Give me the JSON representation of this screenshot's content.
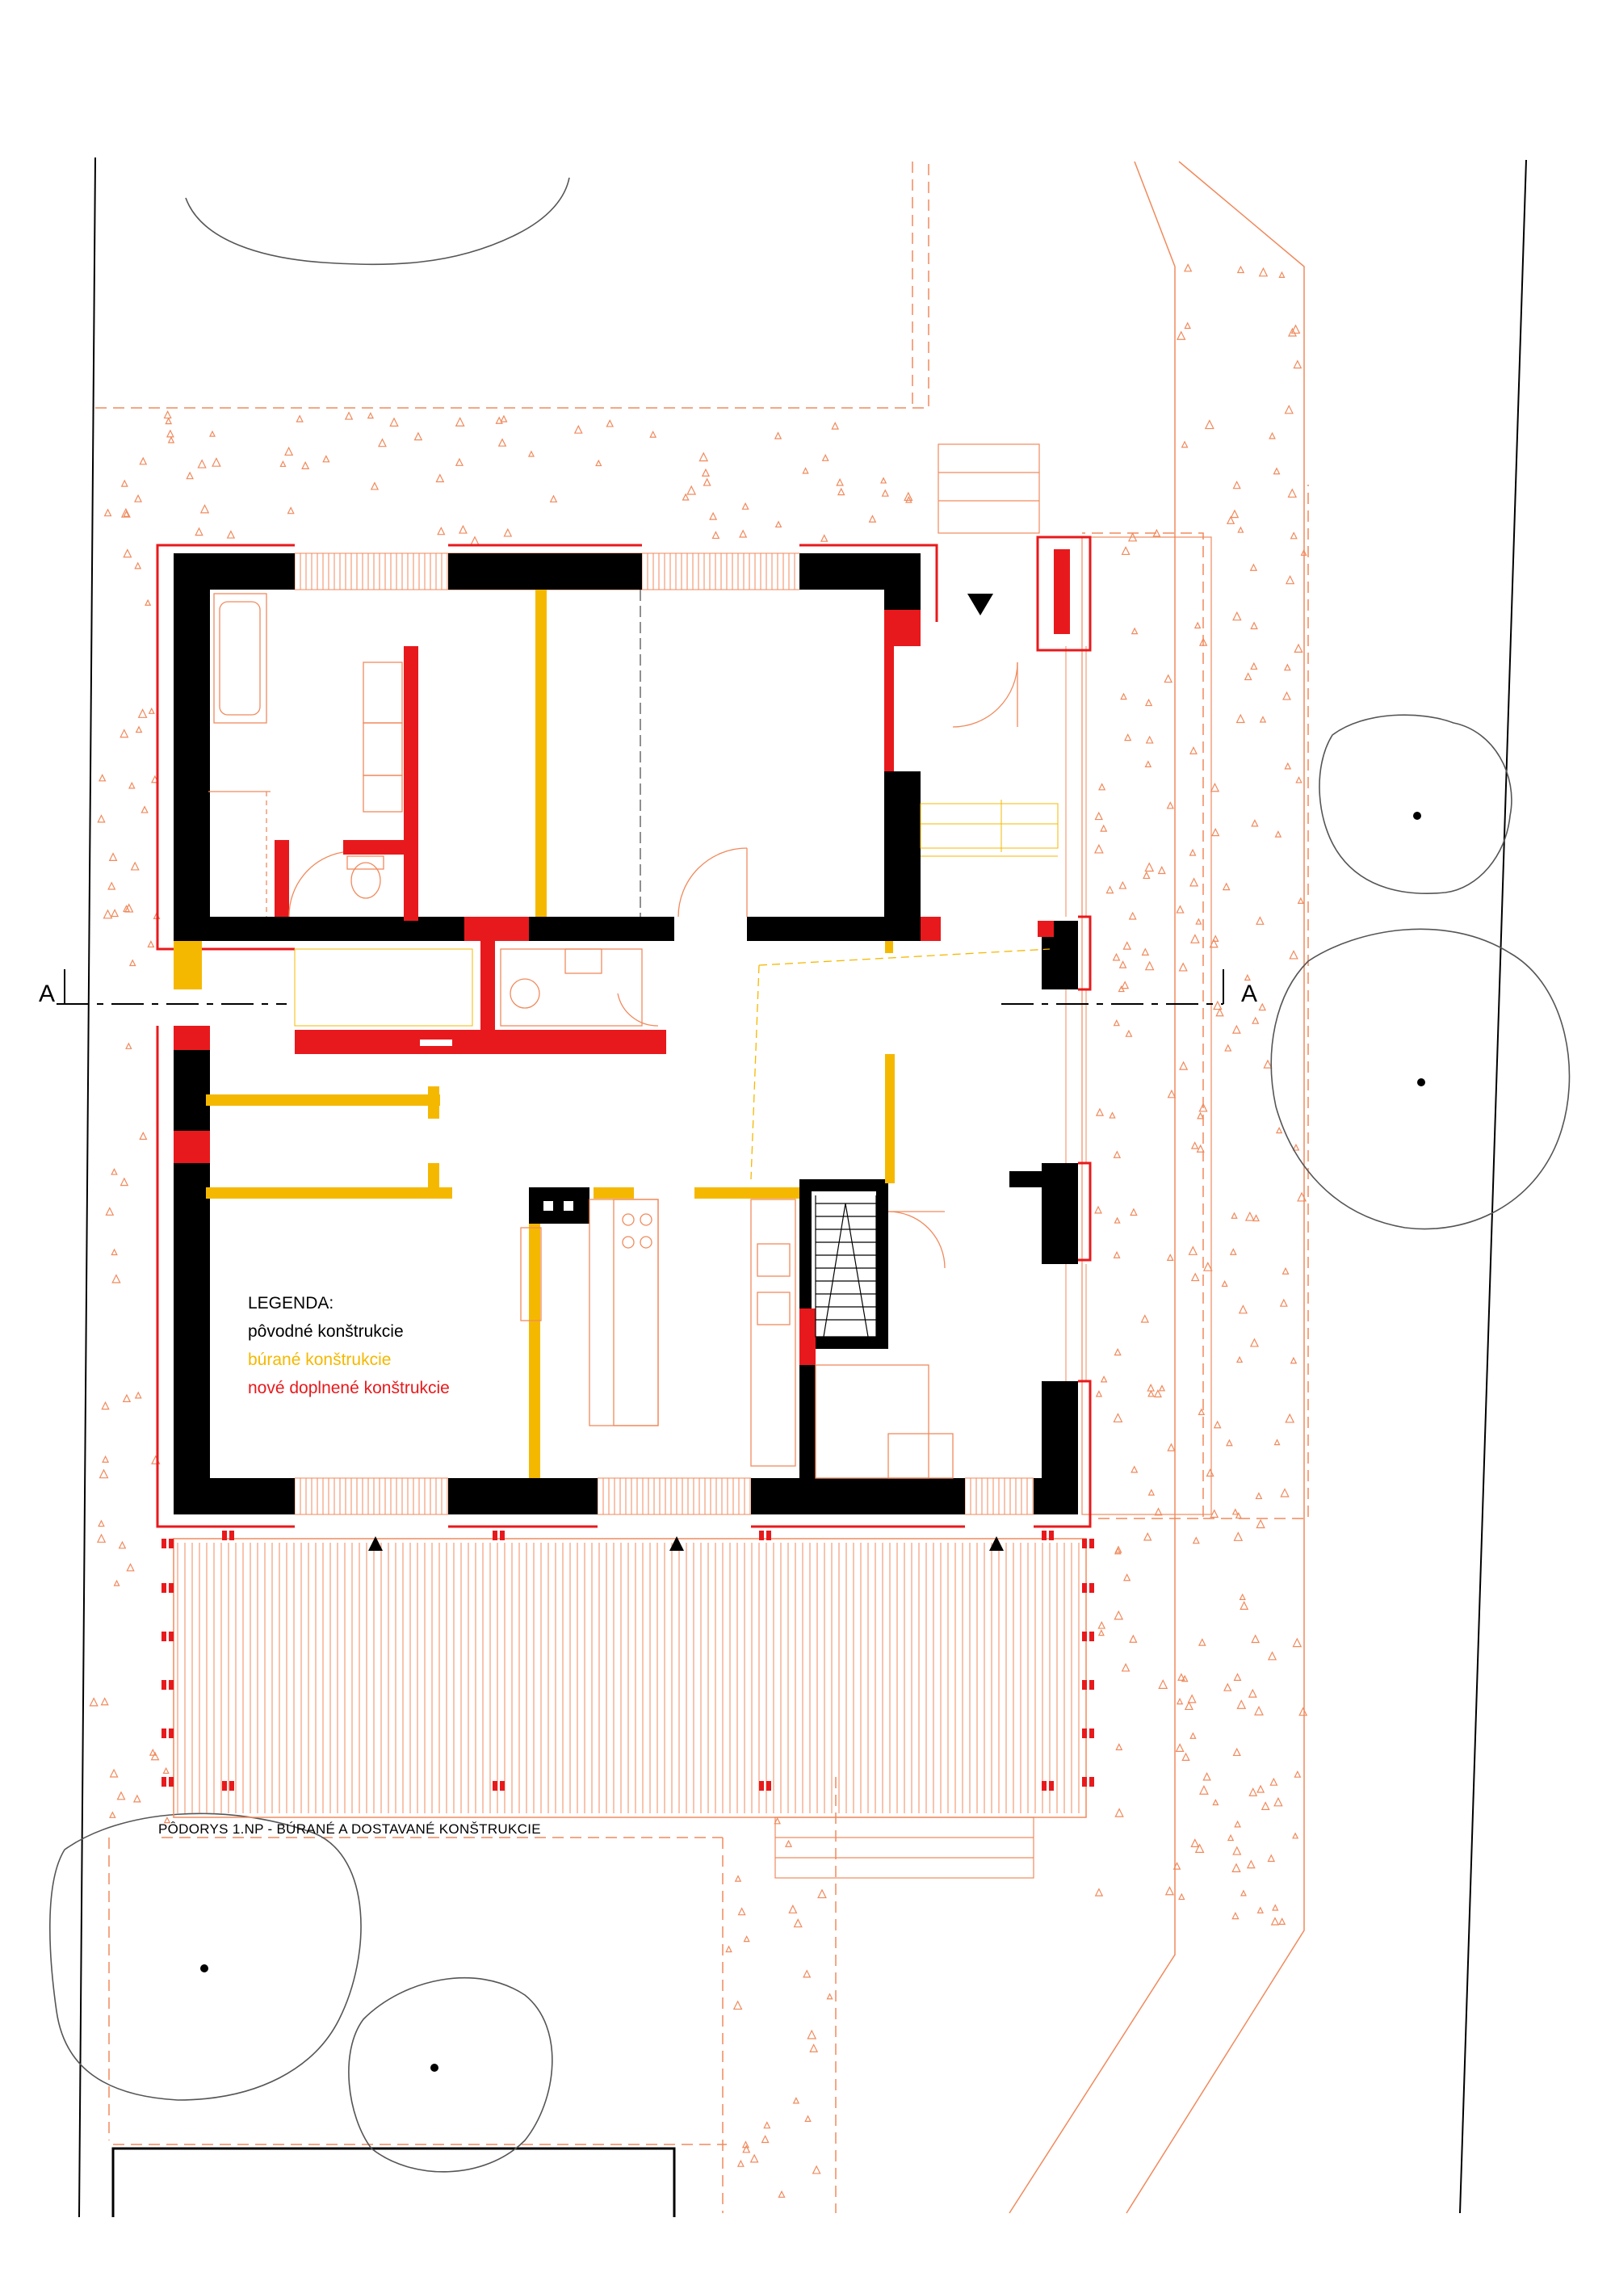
{
  "legend": {
    "title": "LEGENDA:",
    "items": [
      {
        "label": "pôvodné konštrukcie",
        "color": "#000000"
      },
      {
        "label": "búrané konštrukcie",
        "color": "#f5b800"
      },
      {
        "label": "nové doplnené konštrukcie",
        "color": "#e8191c"
      }
    ]
  },
  "caption": "PÔDORYS 1.NP - BÚRANÉ A DOSTAVANÉ KONŠTRUKCIE",
  "section_marker": {
    "right_label": "A",
    "left_label": "A"
  },
  "colors": {
    "original": "#000000",
    "demolished": "#f5b800",
    "new": "#e8191c",
    "hatch": "#f08a5d",
    "tree": "#555555"
  }
}
